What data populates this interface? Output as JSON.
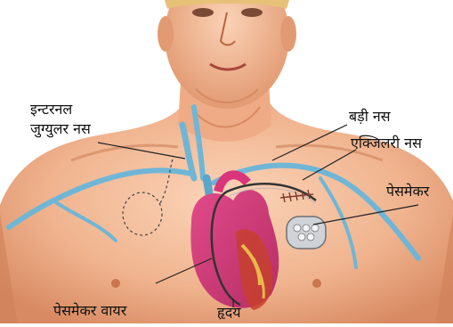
{
  "labels": {
    "internal_jugular_line1": "इन्टरनल",
    "internal_jugular_line2": "जुग्युलर नस",
    "big_vein": "बड़ी नस",
    "axillary_vein": "एक्जिलरी नस",
    "pacemaker": "पेसमेकर",
    "pacemaker_wire": "पेसमेकर वायर",
    "heart": "हृदय"
  },
  "colors": {
    "background": "#ffffff",
    "skin_light": "#f7c6a8",
    "skin_mid": "#e9a07a",
    "skin_shadow": "#c8734f",
    "hair": "#e7c178",
    "vein": "#6fb6d6",
    "vein_dark": "#3e8fb5",
    "heart_pink": "#d9357a",
    "heart_red": "#c7402e",
    "heart_yellow": "#e9b84a",
    "wire": "#333333",
    "device_silver": "#cfd3d7",
    "label_text": "#111111"
  },
  "icons": {
    "heart": "heart-illustration",
    "pacemaker_device": "pacemaker-device-icon",
    "pacemaker_outline": "pacemaker-outline-dashed"
  }
}
